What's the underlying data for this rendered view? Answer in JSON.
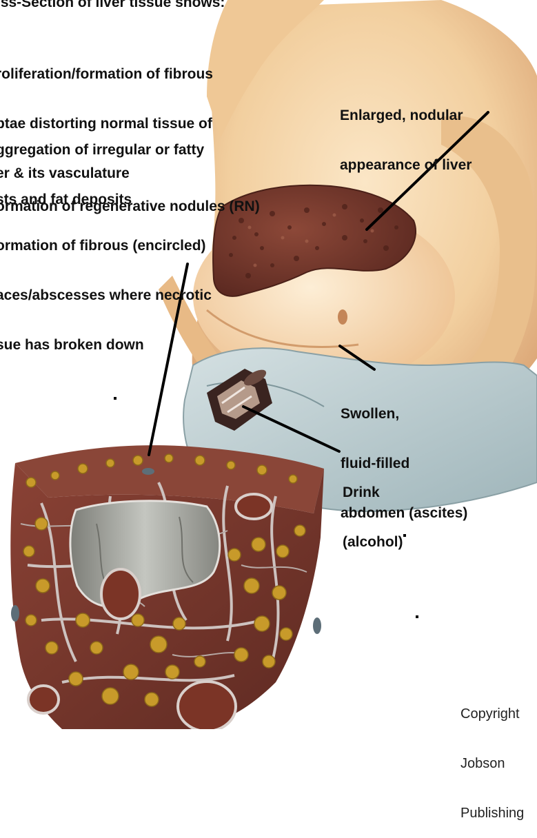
{
  "title": "oss-Section of liver tissue shows:",
  "findings": [
    [
      "roliferation/formation of fibrous",
      "ptae distorting normal tissue of",
      "er & its vasculature"
    ],
    [
      "ggregation of irregular or fatty",
      "sts and fat deposits"
    ],
    [
      "ormation of regenerative nodules (RN)"
    ],
    [
      "ormation of fibrous (encircled)",
      "aces/abscesses where necrotic",
      "sue has broken down"
    ]
  ],
  "callouts": {
    "enlarged": [
      "Enlarged, nodular",
      "appearance of liver"
    ],
    "swollen": [
      "Swollen,",
      "fluid-filled",
      "abdomen (ascites)"
    ],
    "drink": [
      "Drink",
      "(alcohol)"
    ]
  },
  "copyright": [
    "Copyright",
    "Jobson",
    "Publishing"
  ],
  "colors": {
    "skin": "#f2cf9f",
    "skin_shadow": "#dba676",
    "liver": "#7a3b2f",
    "liver_dark": "#5a2820",
    "shorts": "#b9ccd0",
    "tissue_base": "#7a3b30",
    "septa": "#c9bfbd",
    "vessel": "#8f8f88",
    "fat": "#c89a2a",
    "nodule": "#7b3426",
    "pointer": "#000000"
  }
}
